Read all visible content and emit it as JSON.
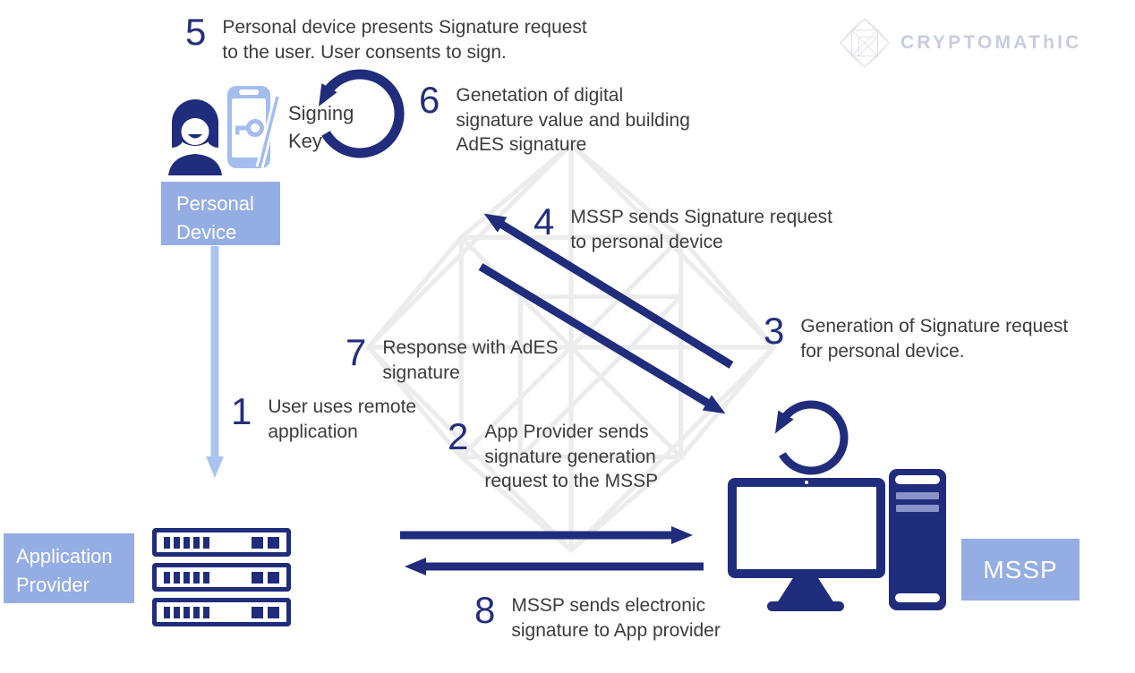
{
  "brand": {
    "name": "CRYPTOMAThIC",
    "logo_icon": "hypercube-icon"
  },
  "nodes": {
    "personal_device": {
      "label": "Personal\nDevice"
    },
    "application_provider": {
      "label": "Application\nProvider"
    },
    "mssp": {
      "label": "MSSP"
    },
    "signing_key": {
      "label": "Signing\nKey"
    }
  },
  "steps": [
    {
      "num": "1",
      "text": "User uses remote\napplication"
    },
    {
      "num": "2",
      "text": "App Provider sends\nsignature generation\nrequest to the MSSP"
    },
    {
      "num": "3",
      "text": "Generation of Signature request\nfor personal device."
    },
    {
      "num": "4",
      "text": "MSSP sends Signature request\nto personal device"
    },
    {
      "num": "5",
      "text": "Personal device presents Signature request\nto the user. User consents to sign."
    },
    {
      "num": "6",
      "text": "Genetation of digital\nsignature value and building\nAdES signature"
    },
    {
      "num": "7",
      "text": "Response with AdES\nsignature"
    },
    {
      "num": "8",
      "text": "MSSP sends electronic\nsignature to App provider"
    }
  ],
  "icons": [
    "user-icon",
    "phone-icon",
    "key-icon",
    "stylus-icon",
    "signing-key-refresh-icon",
    "mssp-refresh-icon",
    "server-rack-icon",
    "desktop-monitor-icon",
    "computer-tower-icon",
    "hypercube-watermark",
    "cryptomathic-logo-icon"
  ],
  "colors": {
    "navy": "#202c7c",
    "number_navy": "#232e7c",
    "box_blue": "#94ade3",
    "phone_blue": "#a3bdee",
    "arrow_light_blue": "#aac4f0",
    "tower_stripe": "#8a94c8",
    "body_text": "#3c3c3c",
    "watermark_gray": "#ececec",
    "logo_gray": "#c7cce0"
  }
}
